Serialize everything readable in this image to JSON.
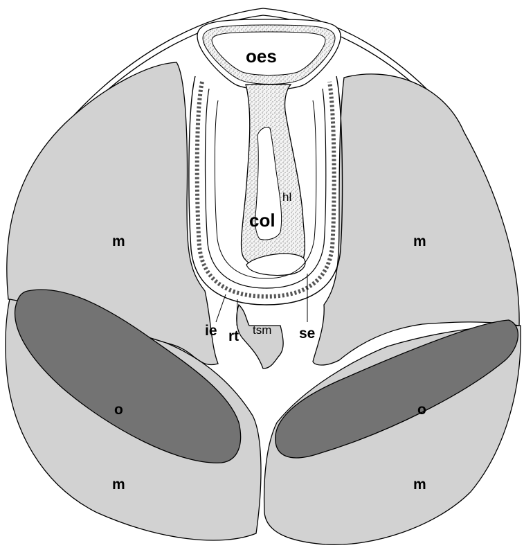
{
  "diagram": {
    "labels": {
      "oes": "oes",
      "col": "col",
      "hl": "hl",
      "m_upper_left": "m",
      "m_upper_right": "m",
      "o_left": "o",
      "o_right": "o",
      "m_lower_left": "m",
      "m_lower_right": "m",
      "ie": "ie",
      "rt": "rt",
      "tsm": "tsm",
      "se": "se"
    },
    "colors": {
      "muscle": "#d2d2d2",
      "ovary": "#737373",
      "tissue_fill": "#ffffff",
      "outline": "#000000",
      "stipple": "#555555"
    }
  }
}
